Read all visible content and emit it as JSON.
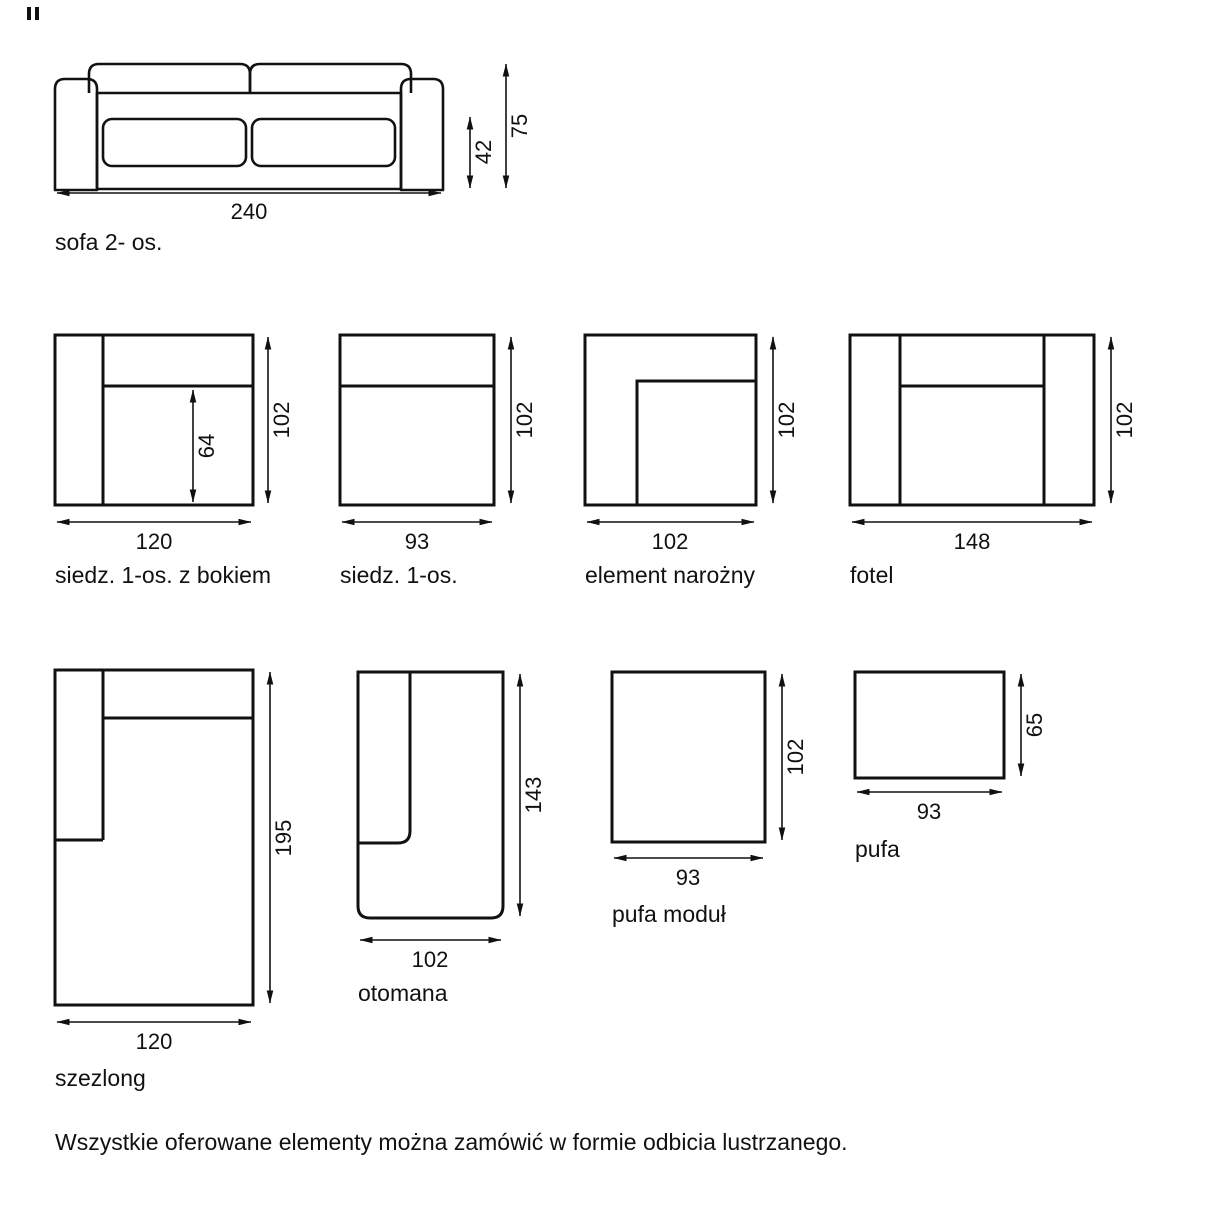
{
  "note": "Wszystkie oferowane elementy można zamówić w formie odbicia lustrzanego.",
  "colors": {
    "line": "#111111",
    "background": "#ffffff"
  },
  "modules": {
    "sofa": {
      "label": "sofa 2- os.",
      "width": "240",
      "seat_height": "42",
      "total_height": "75"
    },
    "siedz_bok": {
      "label": "siedz. 1-os. z bokiem",
      "width": "120",
      "depth": "102",
      "seat_depth": "64"
    },
    "siedz": {
      "label": "siedz. 1-os.",
      "width": "93",
      "depth": "102"
    },
    "narozny": {
      "label": "element narożny",
      "width": "102",
      "depth": "102"
    },
    "fotel": {
      "label": "fotel",
      "width": "148",
      "depth": "102"
    },
    "szezlong": {
      "label": "szezlong",
      "width": "120",
      "depth": "195"
    },
    "otomana": {
      "label": "otomana",
      "width": "102",
      "depth": "143"
    },
    "pufa_modul": {
      "label": "pufa moduł",
      "width": "93",
      "depth": "102"
    },
    "pufa": {
      "label": "pufa",
      "width": "93",
      "height": "65"
    }
  }
}
